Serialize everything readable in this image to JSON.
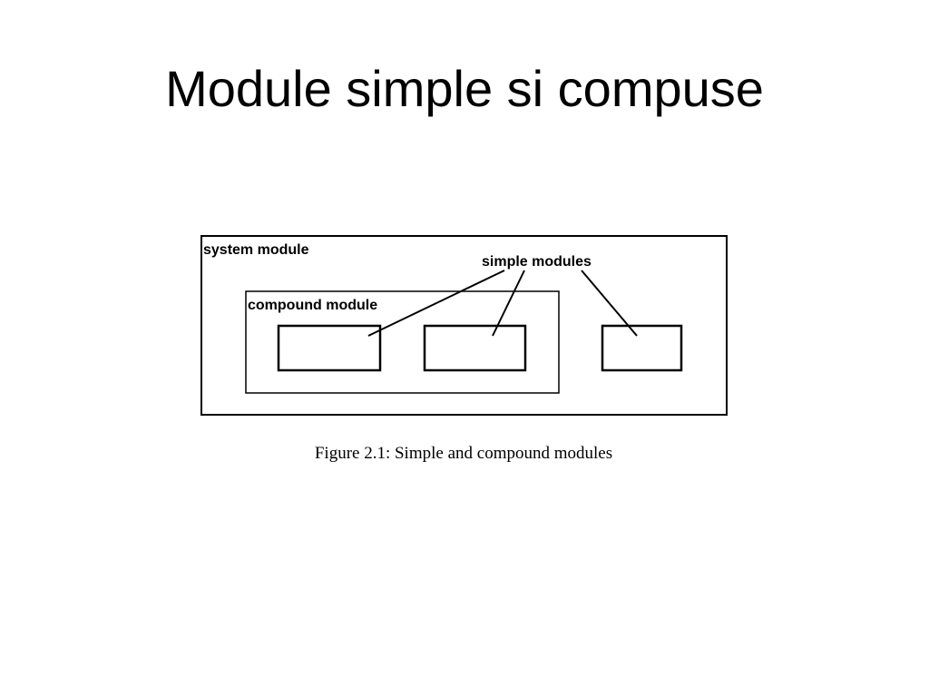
{
  "slide": {
    "title": "Module simple si compuse"
  },
  "figure": {
    "system_module_label": "system module",
    "compound_module_label": "compound module",
    "simple_modules_label": "simple modules",
    "caption": "Figure 2.1: Simple and compound modules"
  }
}
